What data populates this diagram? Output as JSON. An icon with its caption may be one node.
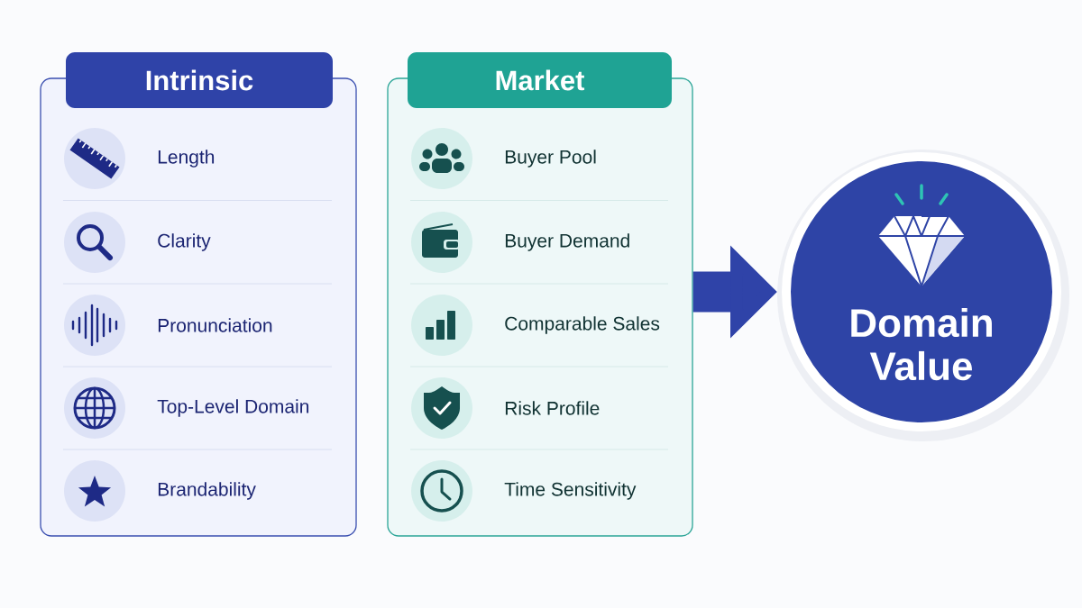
{
  "diagram": {
    "nodes": [
      {
        "text": [
          "Intrinsic"
        ]
      },
      {
        "text": [
          "Length"
        ],
        "in": 0
      },
      {
        "text": [
          "Clarity"
        ],
        "in": 0
      },
      {
        "text": [
          "Pronunciation"
        ],
        "in": 0
      },
      {
        "text": [
          "Top-Level Domain"
        ],
        "in": 0
      },
      {
        "text": [
          "Brandability"
        ],
        "in": 0
      },
      {
        "text": [
          "Market"
        ]
      },
      {
        "text": [
          "Buyer Pool"
        ],
        "in": 6
      },
      {
        "text": [
          "Buyer Demand"
        ],
        "in": 6
      },
      {
        "text": [
          "Comparable Sales"
        ],
        "in": 6
      },
      {
        "text": [
          "Risk Profile"
        ],
        "in": 6
      },
      {
        "text": [
          "Time Sensitivity"
        ],
        "in": 6
      },
      {
        "text": [
          "Domain Value"
        ]
      }
    ],
    "edges": [
      {
        "from": 6,
        "to": 12,
        "arrow": "to"
      }
    ]
  }
}
